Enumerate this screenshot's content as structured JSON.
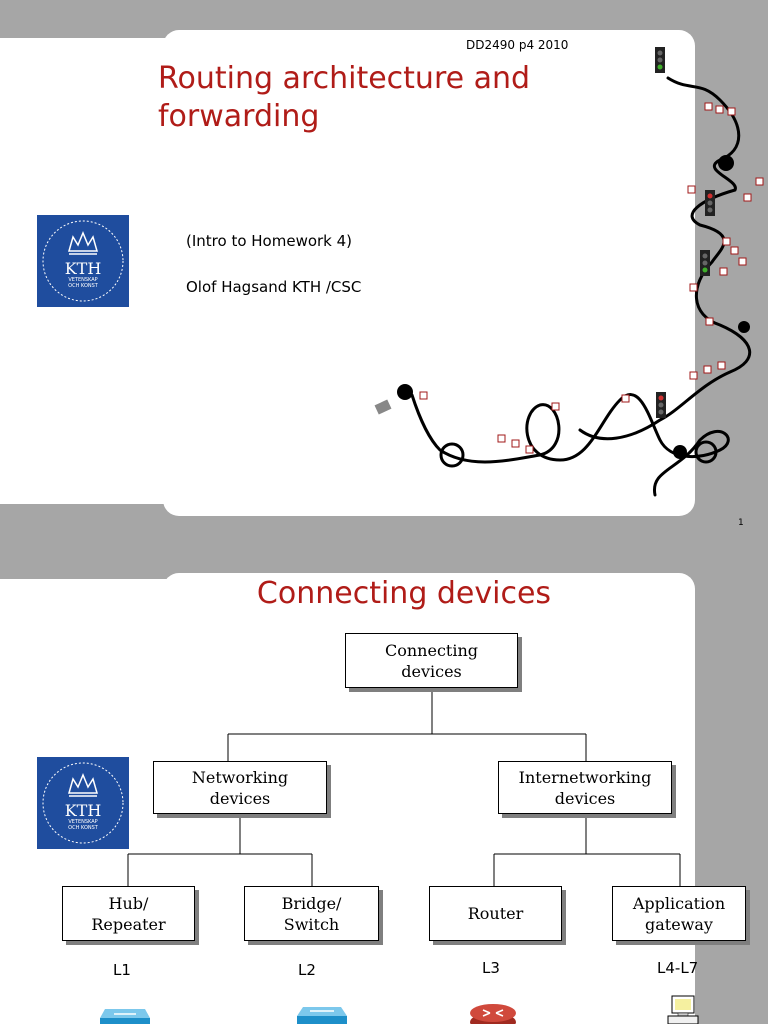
{
  "slide1": {
    "course": "DD2490 p4 2010",
    "title": "Routing architecture and forwarding",
    "subtitle": "(Intro to Homework 4)",
    "author": "Olof Hagsand KTH /CSC",
    "page": "1"
  },
  "logo": {
    "name": "KTH",
    "line1": "VETENSKAP",
    "line2": "OCH KONST",
    "color": "#1f4d9e"
  },
  "slide2": {
    "title": "Connecting devices",
    "root": "Connecting\ndevices",
    "networking": "Networking\ndevices",
    "internetworking": "Internetworking\ndevices",
    "hub": "Hub/\nRepeater",
    "bridge": "Bridge/\nSwitch",
    "router": "Router",
    "gateway": "Application\ngateway",
    "levels": [
      "L1",
      "L2",
      "L3",
      "L4-L7"
    ]
  },
  "colors": {
    "title": "#b01c18",
    "frame": "#a6a6a6",
    "device_blue": "#1d8fc9",
    "router_red": "#c0392b"
  }
}
